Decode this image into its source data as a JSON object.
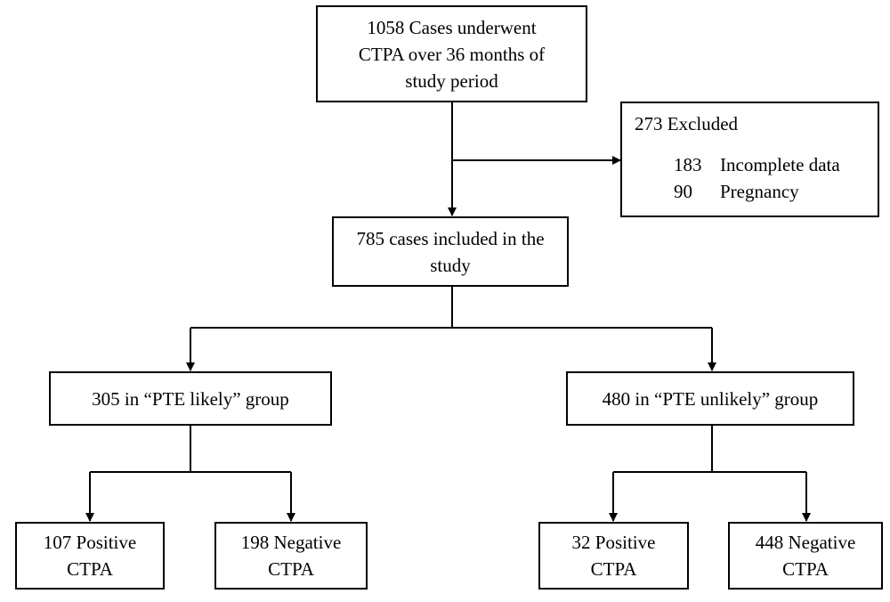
{
  "start": {
    "line1": "1058 Cases underwent",
    "line2": "CTPA over 36 months of",
    "line3": "study period"
  },
  "excluded": {
    "title": "273 Excluded",
    "items": [
      {
        "count": "183",
        "reason": "Incomplete data"
      },
      {
        "count": "90",
        "reason": "Pregnancy"
      }
    ]
  },
  "included": {
    "line1": "785 cases included in the",
    "line2": "study"
  },
  "likely": {
    "label": "305 in “PTE likely” group"
  },
  "unlikely": {
    "label": "480 in “PTE unlikely” group"
  },
  "likely_pos": {
    "line1": "107 Positive",
    "line2": "CTPA"
  },
  "likely_neg": {
    "line1": "198 Negative",
    "line2": "CTPA"
  },
  "unlikely_pos": {
    "line1": "32 Positive",
    "line2": "CTPA"
  },
  "unlikely_neg": {
    "line1": "448 Negative",
    "line2": "CTPA"
  }
}
